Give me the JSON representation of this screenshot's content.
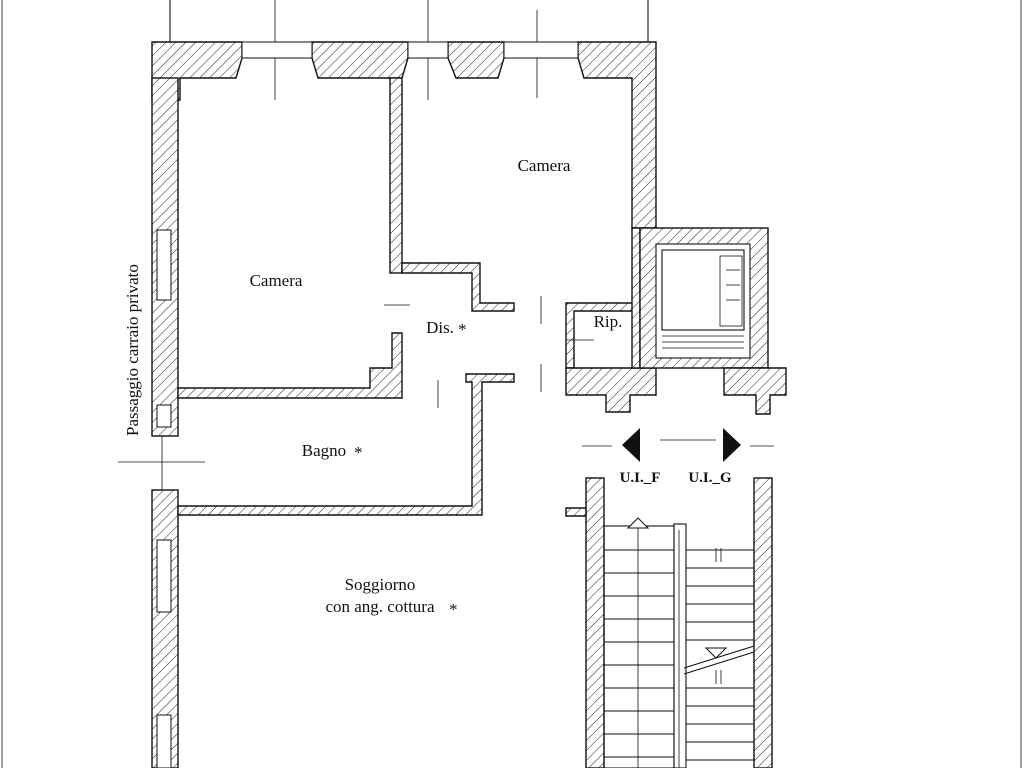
{
  "rooms": {
    "camera_top": "Camera",
    "camera_left": "Camera",
    "dis": "Dis.",
    "rip": "Rip.",
    "bagno": "Bagno",
    "soggiorno_line1": "Soggiorno",
    "soggiorno_line2": "con ang. cottura"
  },
  "labels": {
    "passage": "Passaggio carraio privato",
    "unit_f": "U.I._F",
    "unit_g": "U.I._G",
    "star": "*"
  }
}
